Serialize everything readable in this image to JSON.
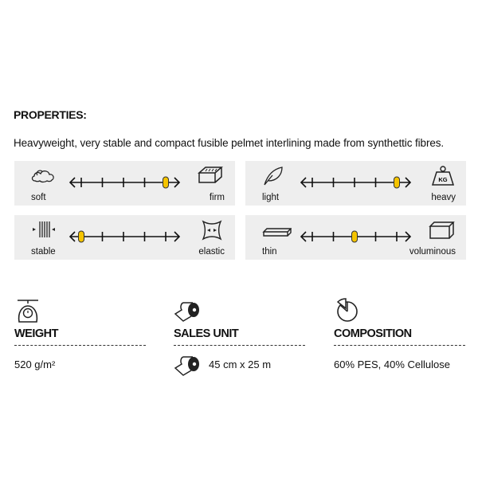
{
  "properties": {
    "title": "PROPERTIES:",
    "description": "Heavyweight, very stable and compact fusible pelmet interlining made from synthettic fibres.",
    "scales": [
      {
        "left_label": "soft",
        "right_label": "firm",
        "left_icon": "cloud-icon",
        "right_icon": "brick-icon",
        "position": 5,
        "steps": 5
      },
      {
        "left_label": "light",
        "right_label": "heavy",
        "left_icon": "feather-icon",
        "right_icon": "kg-weight-icon",
        "right_icon_text": "KG",
        "position": 5,
        "steps": 5
      },
      {
        "left_label": "stable",
        "right_label": "elastic",
        "left_icon": "compressed-fibres-icon",
        "right_icon": "stretch-icon",
        "position": 1,
        "steps": 5
      },
      {
        "left_label": "thin",
        "right_label": "voluminous",
        "left_icon": "thin-block-icon",
        "right_icon": "thick-block-icon",
        "position": 3,
        "steps": 5
      }
    ],
    "marker_color": "#f5c400"
  },
  "specs": {
    "weight": {
      "title": "WEIGHT",
      "value": "520 g/m²"
    },
    "sales_unit": {
      "title": "SALES UNIT",
      "value": "45 cm x 25 m"
    },
    "composition": {
      "title": "COMPOSITION",
      "value": "60% PES, 40% Cellulose"
    }
  }
}
